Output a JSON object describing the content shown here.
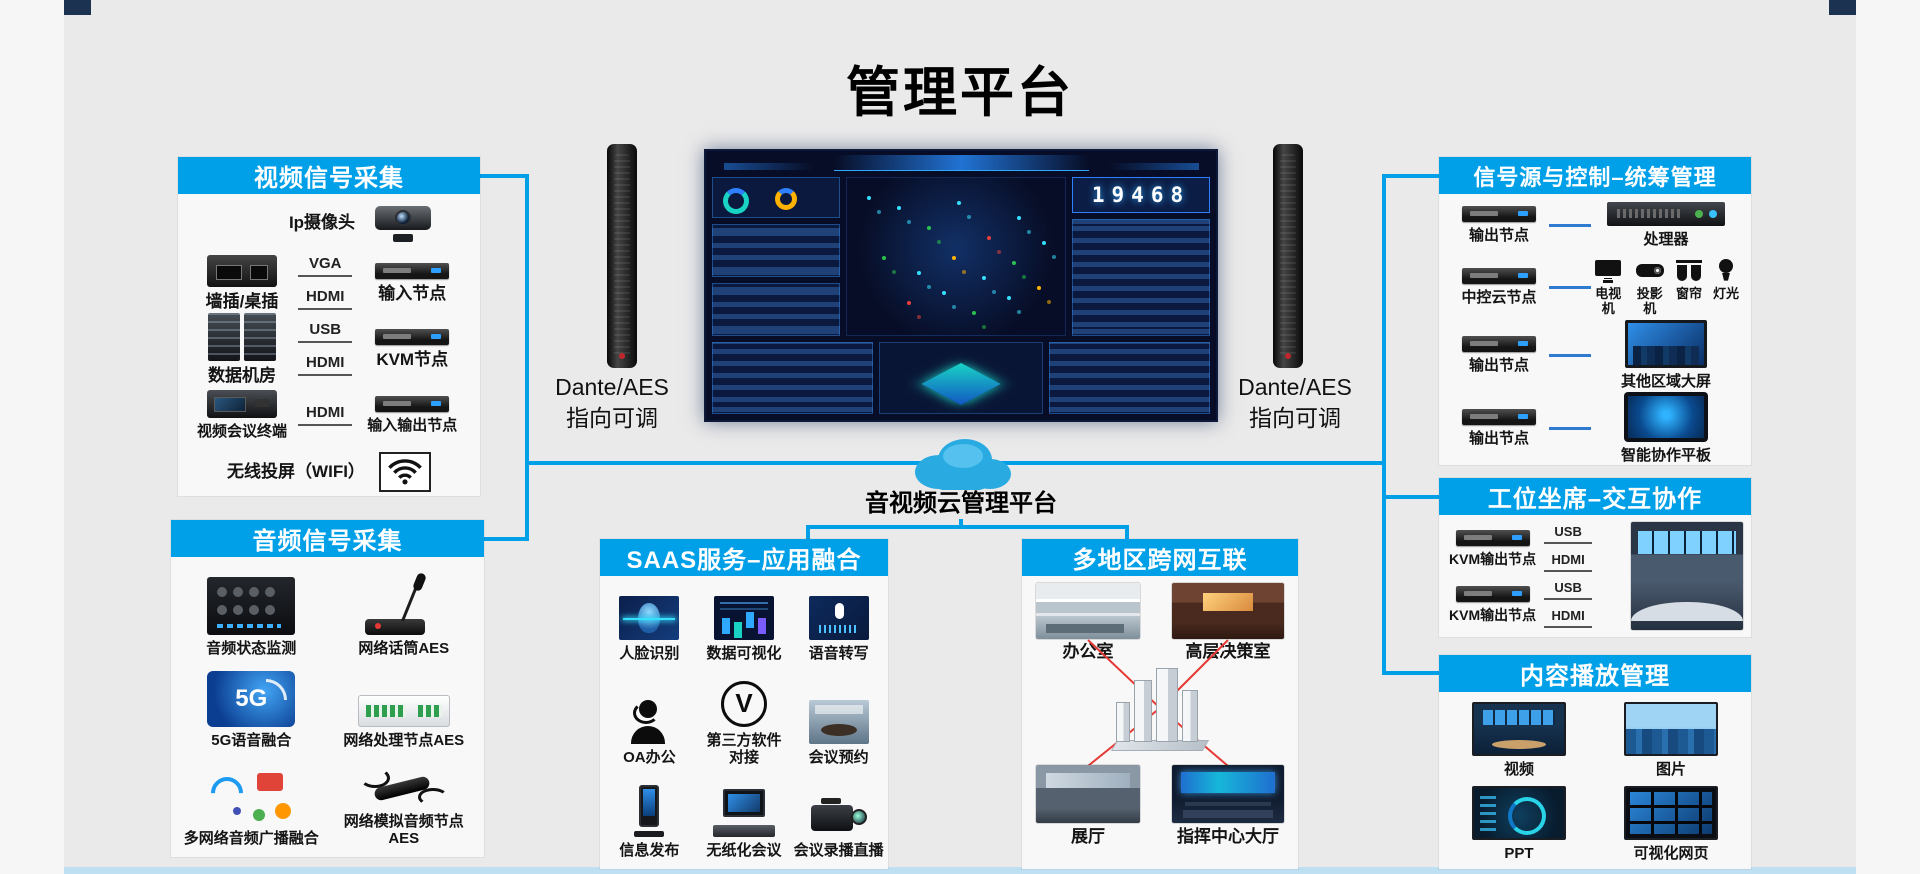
{
  "title": "管理平台",
  "cloud_label": "音视频云管理平台",
  "speaker_left": {
    "line1": "Dante/AES",
    "line2": "指向可调"
  },
  "speaker_right": {
    "line1": "Dante/AES",
    "line2": "指向可调"
  },
  "dashboard": {
    "stat": "19468"
  },
  "colors": {
    "accent": "#00a0e9",
    "wire": "#00a0e9",
    "link_line": "#2f7bd0",
    "region_line": "#e53935"
  },
  "video_panel": {
    "title": "视频信号采集",
    "camera_label": "Ip摄像头",
    "rows": [
      {
        "left": "墙插/桌插",
        "conn1": "VGA",
        "conn2": "HDMI",
        "right": "输入节点"
      },
      {
        "left": "数据机房",
        "conn1": "USB",
        "conn2": "HDMI",
        "right": "KVM节点"
      },
      {
        "left": "视频会议终端",
        "conn1": "HDMI",
        "right": "输入输出节点"
      }
    ],
    "wireless_label": "无线投屏（WIFI）"
  },
  "audio_panel": {
    "title": "音频信号采集",
    "items": [
      {
        "label": "音频状态监测"
      },
      {
        "label": "网络话筒AES"
      },
      {
        "label": "5G语音融合",
        "badge": "5G"
      },
      {
        "label": "网络处理节点AES"
      },
      {
        "label": "多网络音频广播融合"
      },
      {
        "label": "网络模拟音频节点AES"
      }
    ]
  },
  "saas_panel": {
    "title": "SAAS服务–应用融合",
    "third_party_glyph": "V",
    "items": [
      {
        "label": "人脸识别"
      },
      {
        "label": "数据可视化"
      },
      {
        "label": "语音转写"
      },
      {
        "label": "OA办公"
      },
      {
        "label": "第三方软件对接"
      },
      {
        "label": "会议预约"
      },
      {
        "label": "信息发布"
      },
      {
        "label": "无纸化会议"
      },
      {
        "label": "会议录播直播"
      }
    ]
  },
  "region_panel": {
    "title": "多地区跨网互联",
    "rooms": [
      {
        "label": "办公室"
      },
      {
        "label": "高层决策室"
      },
      {
        "label": "展厅"
      },
      {
        "label": "指挥中心大厅"
      }
    ]
  },
  "signal_panel": {
    "title": "信号源与控制–统筹管理",
    "row1": {
      "left": "输出节点",
      "right": "处理器"
    },
    "row2": {
      "left": "中控云节点",
      "devices": [
        {
          "label": "电视机"
        },
        {
          "label": "投影机"
        },
        {
          "label": "窗帘"
        },
        {
          "label": "灯光"
        }
      ]
    },
    "row3": {
      "left": "输出节点",
      "right": "其他区域大屏"
    },
    "row4": {
      "left": "输出节点",
      "right": "智能协作平板"
    }
  },
  "workstation_panel": {
    "title": "工位坐席–交互协作",
    "row1": {
      "label": "KVM输出节点",
      "conn1": "USB",
      "conn2": "HDMI"
    },
    "row2": {
      "label": "KVM输出节点",
      "conn1": "USB",
      "conn2": "HDMI"
    }
  },
  "content_panel": {
    "title": "内容播放管理",
    "items": [
      {
        "label": "视频"
      },
      {
        "label": "图片"
      },
      {
        "label": "PPT"
      },
      {
        "label": "可视化网页"
      }
    ]
  }
}
